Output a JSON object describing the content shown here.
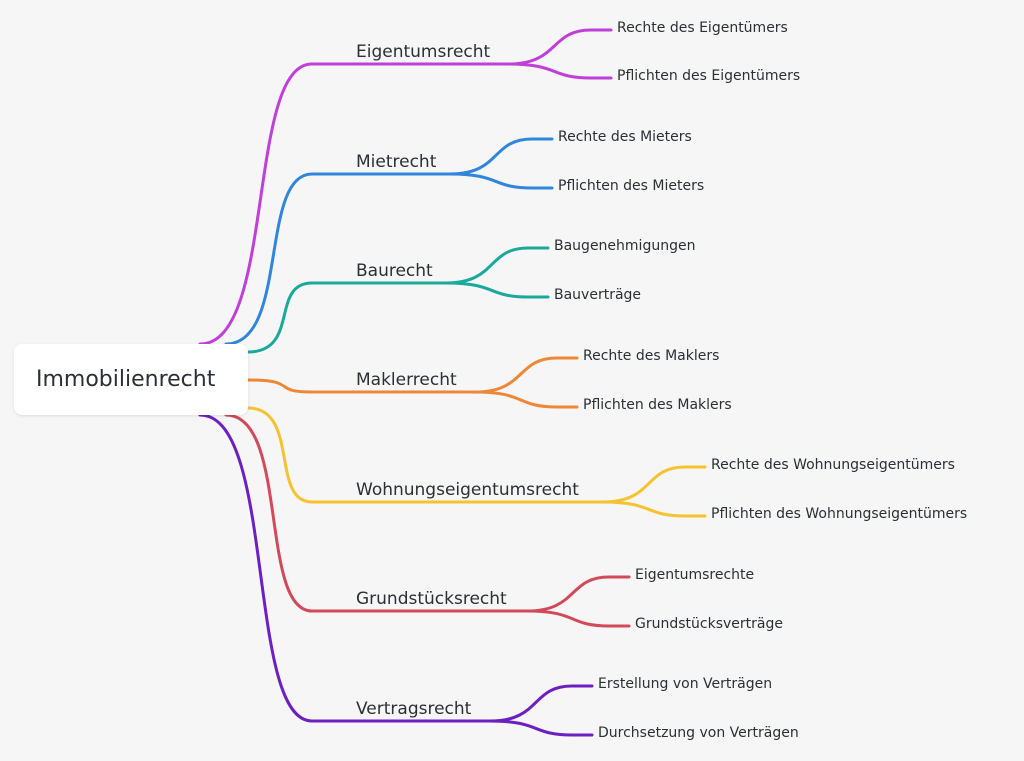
{
  "root": {
    "label": "Immobilienrecht"
  },
  "branches": [
    {
      "label": "Eigentumsrecht",
      "color": "#c03fd8",
      "children": [
        "Rechte des Eigentümers",
        "Pflichten des Eigentümers"
      ]
    },
    {
      "label": "Mietrecht",
      "color": "#2f86db",
      "children": [
        "Rechte des Mieters",
        "Pflichten des Mieters"
      ]
    },
    {
      "label": "Baurecht",
      "color": "#1aa99b",
      "children": [
        "Baugenehmigungen",
        "Bauverträge"
      ]
    },
    {
      "label": "Maklerrecht",
      "color": "#ee8736",
      "children": [
        "Rechte des Maklers",
        "Pflichten des Maklers"
      ]
    },
    {
      "label": "Wohnungseigentumsrecht",
      "color": "#f5c230",
      "children": [
        "Rechte des Wohnungseigentümers",
        "Pflichten des Wohnungseigentümers"
      ]
    },
    {
      "label": "Grundstücksrecht",
      "color": "#d24a5a",
      "children": [
        "Eigentumsrechte",
        "Grundstücksverträge"
      ]
    },
    {
      "label": "Vertragsrecht",
      "color": "#6d1fc2",
      "children": [
        "Erstellung von Verträgen",
        "Durchsetzung von Verträgen"
      ]
    }
  ]
}
